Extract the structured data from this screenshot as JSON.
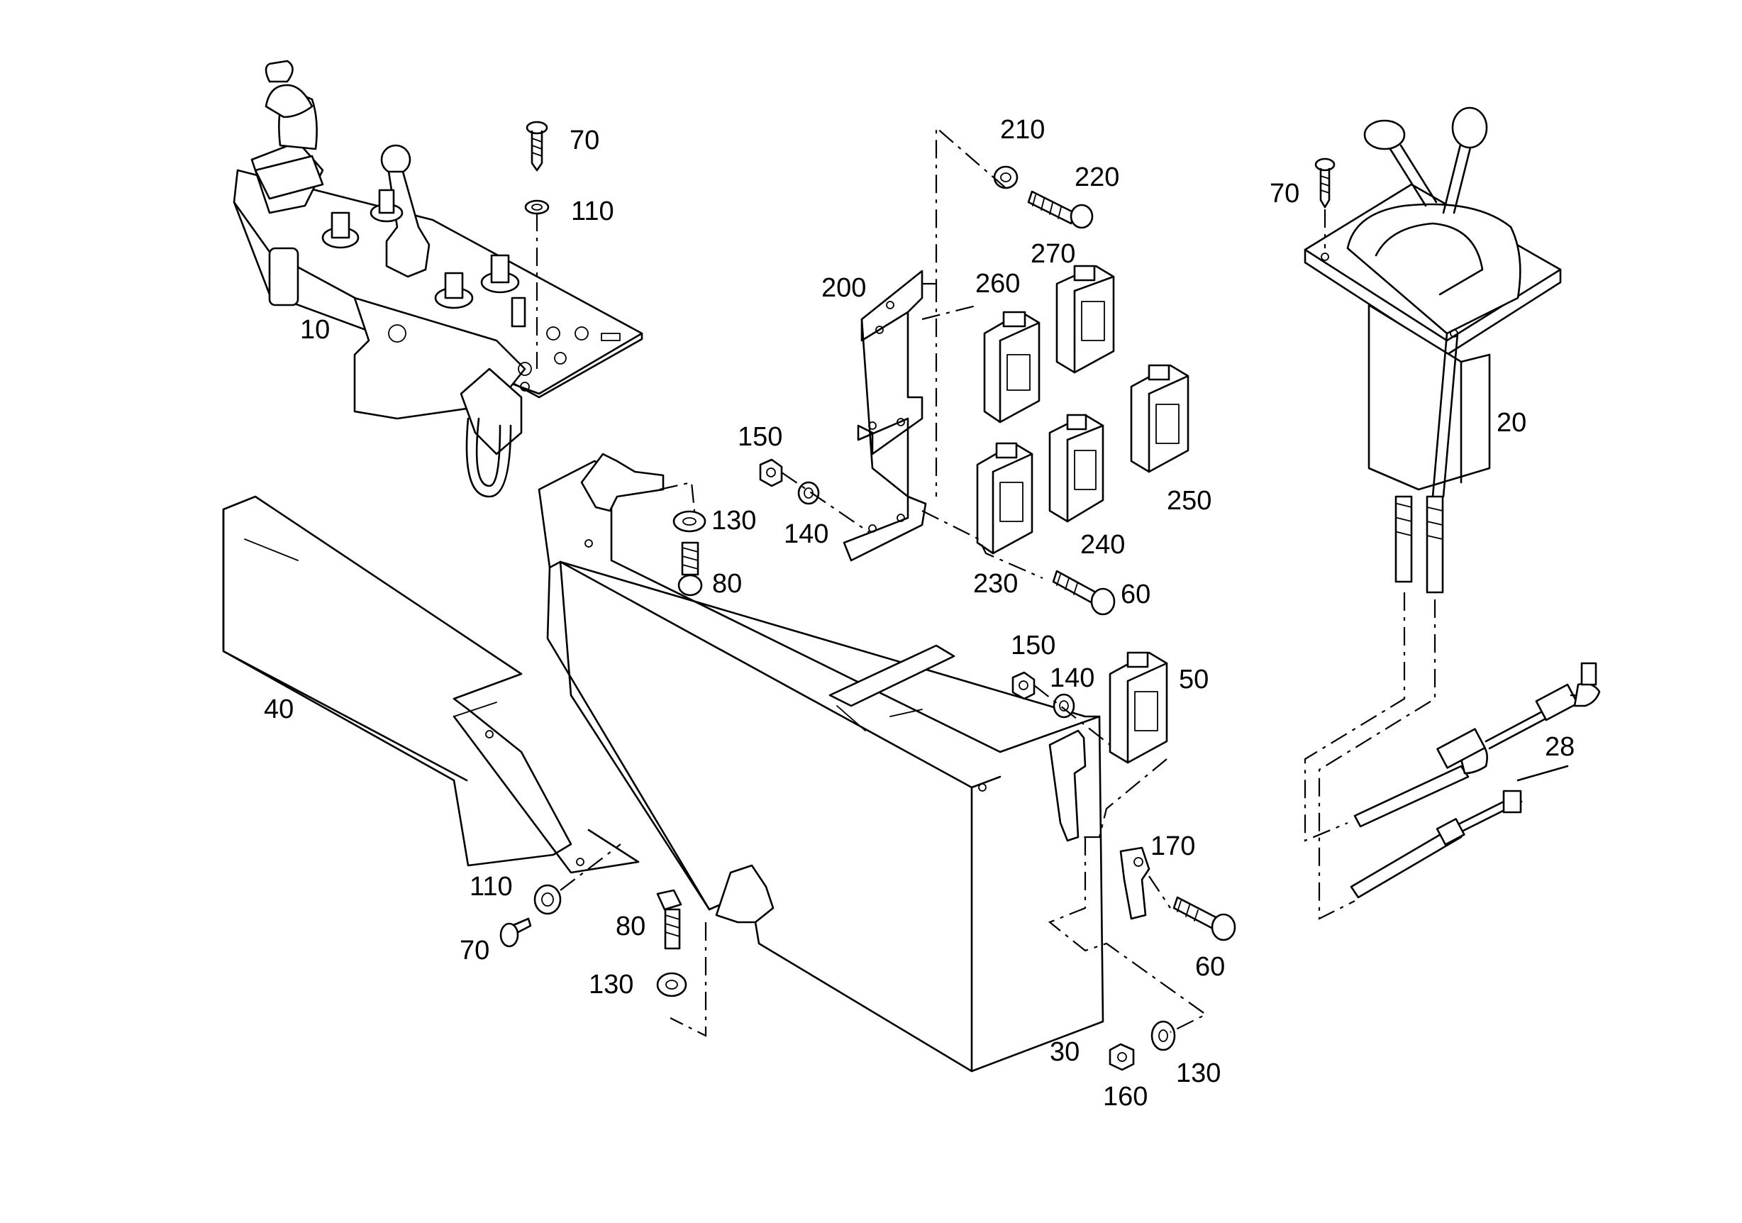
{
  "callouts": [
    {
      "id": "c10",
      "text": "10"
    },
    {
      "id": "c70a",
      "text": "70"
    },
    {
      "id": "c110a",
      "text": "110"
    },
    {
      "id": "c210",
      "text": "210"
    },
    {
      "id": "c220",
      "text": "220"
    },
    {
      "id": "c270",
      "text": "270"
    },
    {
      "id": "c260",
      "text": "260"
    },
    {
      "id": "c200",
      "text": "200"
    },
    {
      "id": "c70b",
      "text": "70"
    },
    {
      "id": "c20",
      "text": "20"
    },
    {
      "id": "c150a",
      "text": "150"
    },
    {
      "id": "c140a",
      "text": "140"
    },
    {
      "id": "c130a",
      "text": "130"
    },
    {
      "id": "c80a",
      "text": "80"
    },
    {
      "id": "c250",
      "text": "250"
    },
    {
      "id": "c240",
      "text": "240"
    },
    {
      "id": "c230",
      "text": "230"
    },
    {
      "id": "c60a",
      "text": "60"
    },
    {
      "id": "c40",
      "text": "40"
    },
    {
      "id": "c150b",
      "text": "150"
    },
    {
      "id": "c140b",
      "text": "140"
    },
    {
      "id": "c50",
      "text": "50"
    },
    {
      "id": "c28",
      "text": "28"
    },
    {
      "id": "c170",
      "text": "170"
    },
    {
      "id": "c110b",
      "text": "110"
    },
    {
      "id": "c80b",
      "text": "80"
    },
    {
      "id": "c70c",
      "text": "70"
    },
    {
      "id": "c130b",
      "text": "130"
    },
    {
      "id": "c60b",
      "text": "60"
    },
    {
      "id": "c30",
      "text": "30"
    },
    {
      "id": "c130c",
      "text": "130"
    },
    {
      "id": "c160",
      "text": "160"
    }
  ]
}
